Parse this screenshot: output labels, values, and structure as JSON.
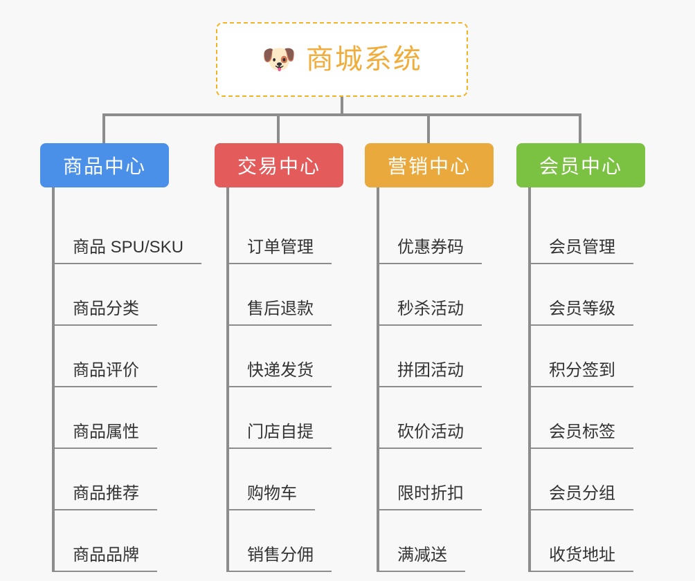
{
  "page": {
    "background_color": "#f8f8f8",
    "line_color": "#8c8c8c",
    "text_color": "#333333"
  },
  "root": {
    "icon": "shiba-dog-emoji",
    "emoji": "🐶",
    "title": "商城系统",
    "title_color": "#f0ad3c",
    "border_color": "#f0b429",
    "fill_color": "#ffffff"
  },
  "columns": [
    {
      "id": "product-center",
      "header": "商品中心",
      "color": "#4a90e8",
      "items": [
        "商品 SPU/SKU",
        "商品分类",
        "商品评价",
        "商品属性",
        "商品推荐",
        "商品品牌"
      ]
    },
    {
      "id": "trade-center",
      "header": "交易中心",
      "color": "#e45b5b",
      "items": [
        "订单管理",
        "售后退款",
        "快递发货",
        "门店自提",
        "购物车",
        "销售分佣"
      ]
    },
    {
      "id": "marketing-center",
      "header": "营销中心",
      "color": "#eaa93c",
      "items": [
        "优惠券码",
        "秒杀活动",
        "拼团活动",
        "砍价活动",
        "限时折扣",
        "满减送"
      ]
    },
    {
      "id": "member-center",
      "header": "会员中心",
      "color": "#7cc242",
      "items": [
        "会员管理",
        "会员等级",
        "积分签到",
        "会员标签",
        "会员分组",
        "收货地址"
      ]
    }
  ]
}
